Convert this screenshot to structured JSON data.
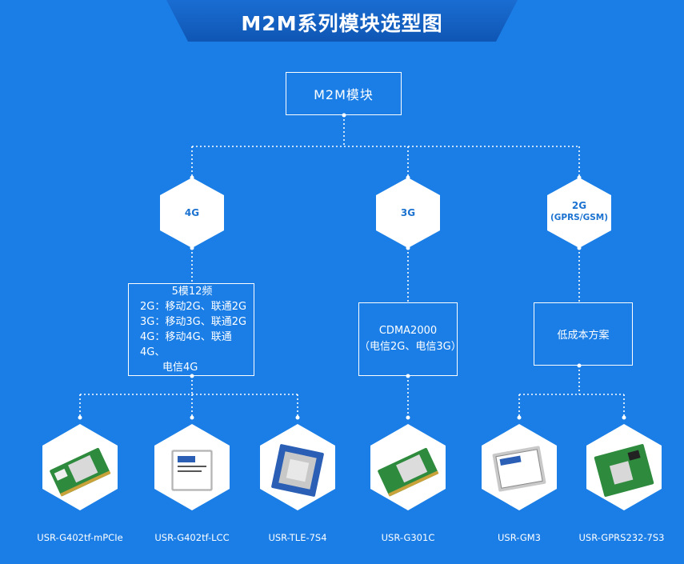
{
  "title": "M2M系列模块选型图",
  "root": {
    "label": "M2M模块"
  },
  "categories": [
    {
      "hex_lines": [
        "4G"
      ],
      "desc_lines": [
        "5模12频",
        "2G：移动2G、联通2G",
        "3G：移动3G、联通2G",
        "4G：移动4G、联通4G、",
        "电信4G"
      ],
      "products": [
        "USR-G402tf-mPCIe",
        "USR-G402tf-LCC",
        "USR-TLE-7S4"
      ]
    },
    {
      "hex_lines": [
        "3G"
      ],
      "desc_lines": [
        "CDMA2000",
        "（电信2G、电信3G）"
      ],
      "products": [
        "USR-G301C"
      ]
    },
    {
      "hex_lines": [
        "2G",
        "(GPRS/GSM)"
      ],
      "desc_lines": [
        "低成本方案"
      ],
      "products": [
        "USR-GM3",
        "USR-GPRS232-7S3"
      ]
    }
  ],
  "colors": {
    "background": "#1a7ee6",
    "title_tab": "#1462c4",
    "hexagon": "#ffffff",
    "connector": "#ffffff",
    "board_green": "#2e8b3e",
    "board_blue": "#2b5fb5"
  },
  "icons": [
    "mpcie-module-image",
    "lcc-module-image",
    "tle-module-image",
    "g301c-module-image",
    "gm3-module-image",
    "gprs232-module-image"
  ]
}
